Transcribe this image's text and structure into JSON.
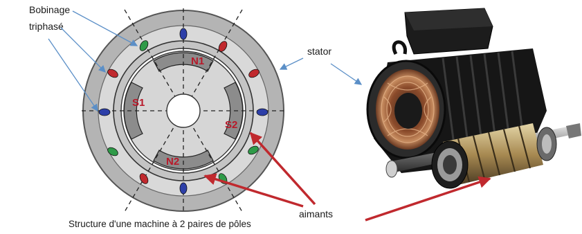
{
  "labels": {
    "winding_line1": "Bobinage",
    "winding_line2": "triphasé",
    "stator": "stator",
    "magnets": "aimants",
    "caption": "Structure d'une machine  à 2 paires de pôles"
  },
  "poles": {
    "n1": "N1",
    "s1": "S1",
    "s2": "S2",
    "n2": "N2"
  },
  "colors": {
    "pole_text": "#b8192a",
    "blue_arrow": "#5b8fc7",
    "red_arrow": "#c0292e",
    "phase_a": "#2d3fa8",
    "phase_b": "#c0292e",
    "phase_c": "#2f9a48"
  }
}
